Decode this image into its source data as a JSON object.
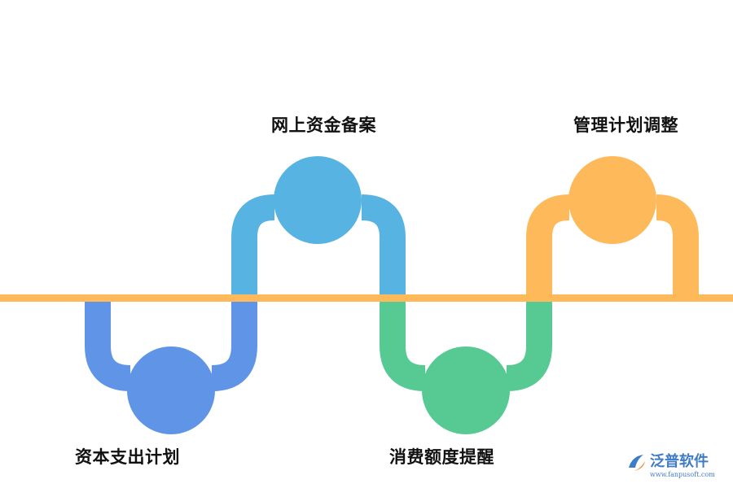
{
  "steps": [
    {
      "label": "资本支出计划",
      "color": "#5f94e6",
      "position": "below"
    },
    {
      "label": "网上资金备案",
      "color": "#57b4e2",
      "position": "above"
    },
    {
      "label": "消费额度提醒",
      "color": "#57c993",
      "position": "below"
    },
    {
      "label": "管理计划调整",
      "color": "#fdb95a",
      "position": "above"
    }
  ],
  "timeline_color": "#fdb95a",
  "watermark": {
    "brand": "泛普软件",
    "url": "www.fanpusoft.com",
    "color": "#3f7cc7",
    "accent": "#f08a3c"
  }
}
